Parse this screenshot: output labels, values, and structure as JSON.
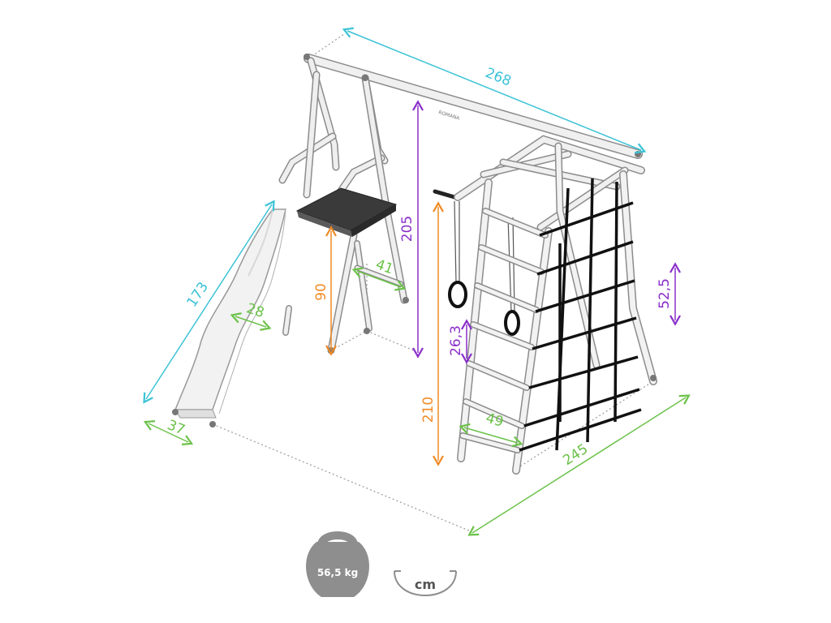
{
  "colors": {
    "cyan": "#3cc3d6",
    "purple": "#8a2fc9",
    "orange": "#f08a24",
    "green": "#6cc24a",
    "frame": "#c9c9c9",
    "net": "#111111",
    "platform": "#3a3a3a",
    "weight_badge": "#8e8e8e"
  },
  "dimensions": {
    "top_beam_length": "268",
    "slide_length": "173",
    "slide_width": "28",
    "slide_end_width": "37",
    "platform_height": "90",
    "ladder_step_width": "41",
    "swing_frame_height": "205",
    "climbing_frame_height": "210",
    "ring_spacing": "26,3",
    "ladder_width": "49",
    "net_height": "52,5",
    "base_length": "245"
  },
  "badges": {
    "weight": "56,5 kg",
    "unit": "cm"
  },
  "icons": [
    "kettlebell-icon",
    "unit-cm-icon"
  ]
}
